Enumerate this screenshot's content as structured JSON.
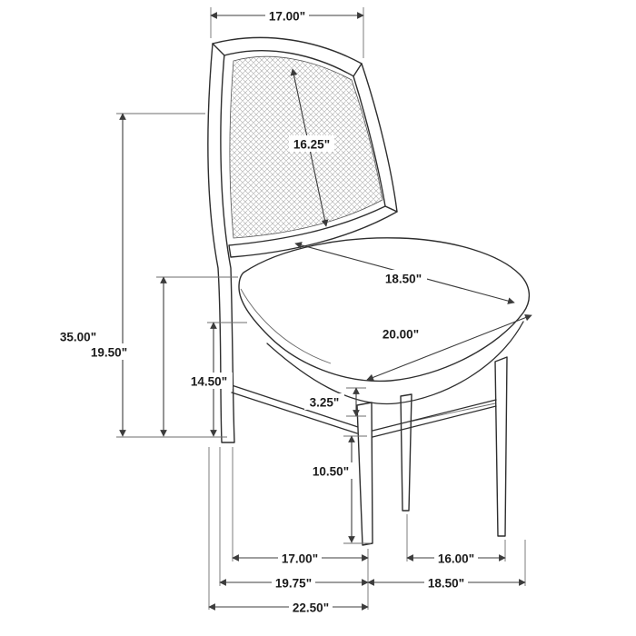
{
  "diagram": {
    "subject": "dining side chair with cane back and upholstered seat",
    "units": "inches"
  },
  "dims": {
    "top_width": {
      "label": "17.00\""
    },
    "back_diagonal": {
      "label": "16.25\""
    },
    "overall_height": {
      "label": "35.00\""
    },
    "seat_height": {
      "label": "19.50\""
    },
    "cushion_height": {
      "label": "14.50\""
    },
    "seat_depth": {
      "label": "18.50\""
    },
    "seat_width": {
      "label": "20.00\""
    },
    "apron_thickness": {
      "label": "3.25\""
    },
    "leg_height": {
      "label": "10.50\""
    },
    "floor_span_left_inner": {
      "label": "17.00\""
    },
    "floor_span_right_inner": {
      "label": "16.00\""
    },
    "floor_span_left_outer": {
      "label": "19.75\""
    },
    "floor_span_right_outer": {
      "label": "18.50\""
    },
    "floor_span_total": {
      "label": "22.50\""
    }
  },
  "colors": {
    "background": "#ffffff",
    "line_art": "#2e2e2e",
    "dimension_lines": "#3c3c3c",
    "witness_lines": "#6e6e6e",
    "label_text": "#1b1b1b",
    "cane_hatch": "#a8a8a8"
  }
}
